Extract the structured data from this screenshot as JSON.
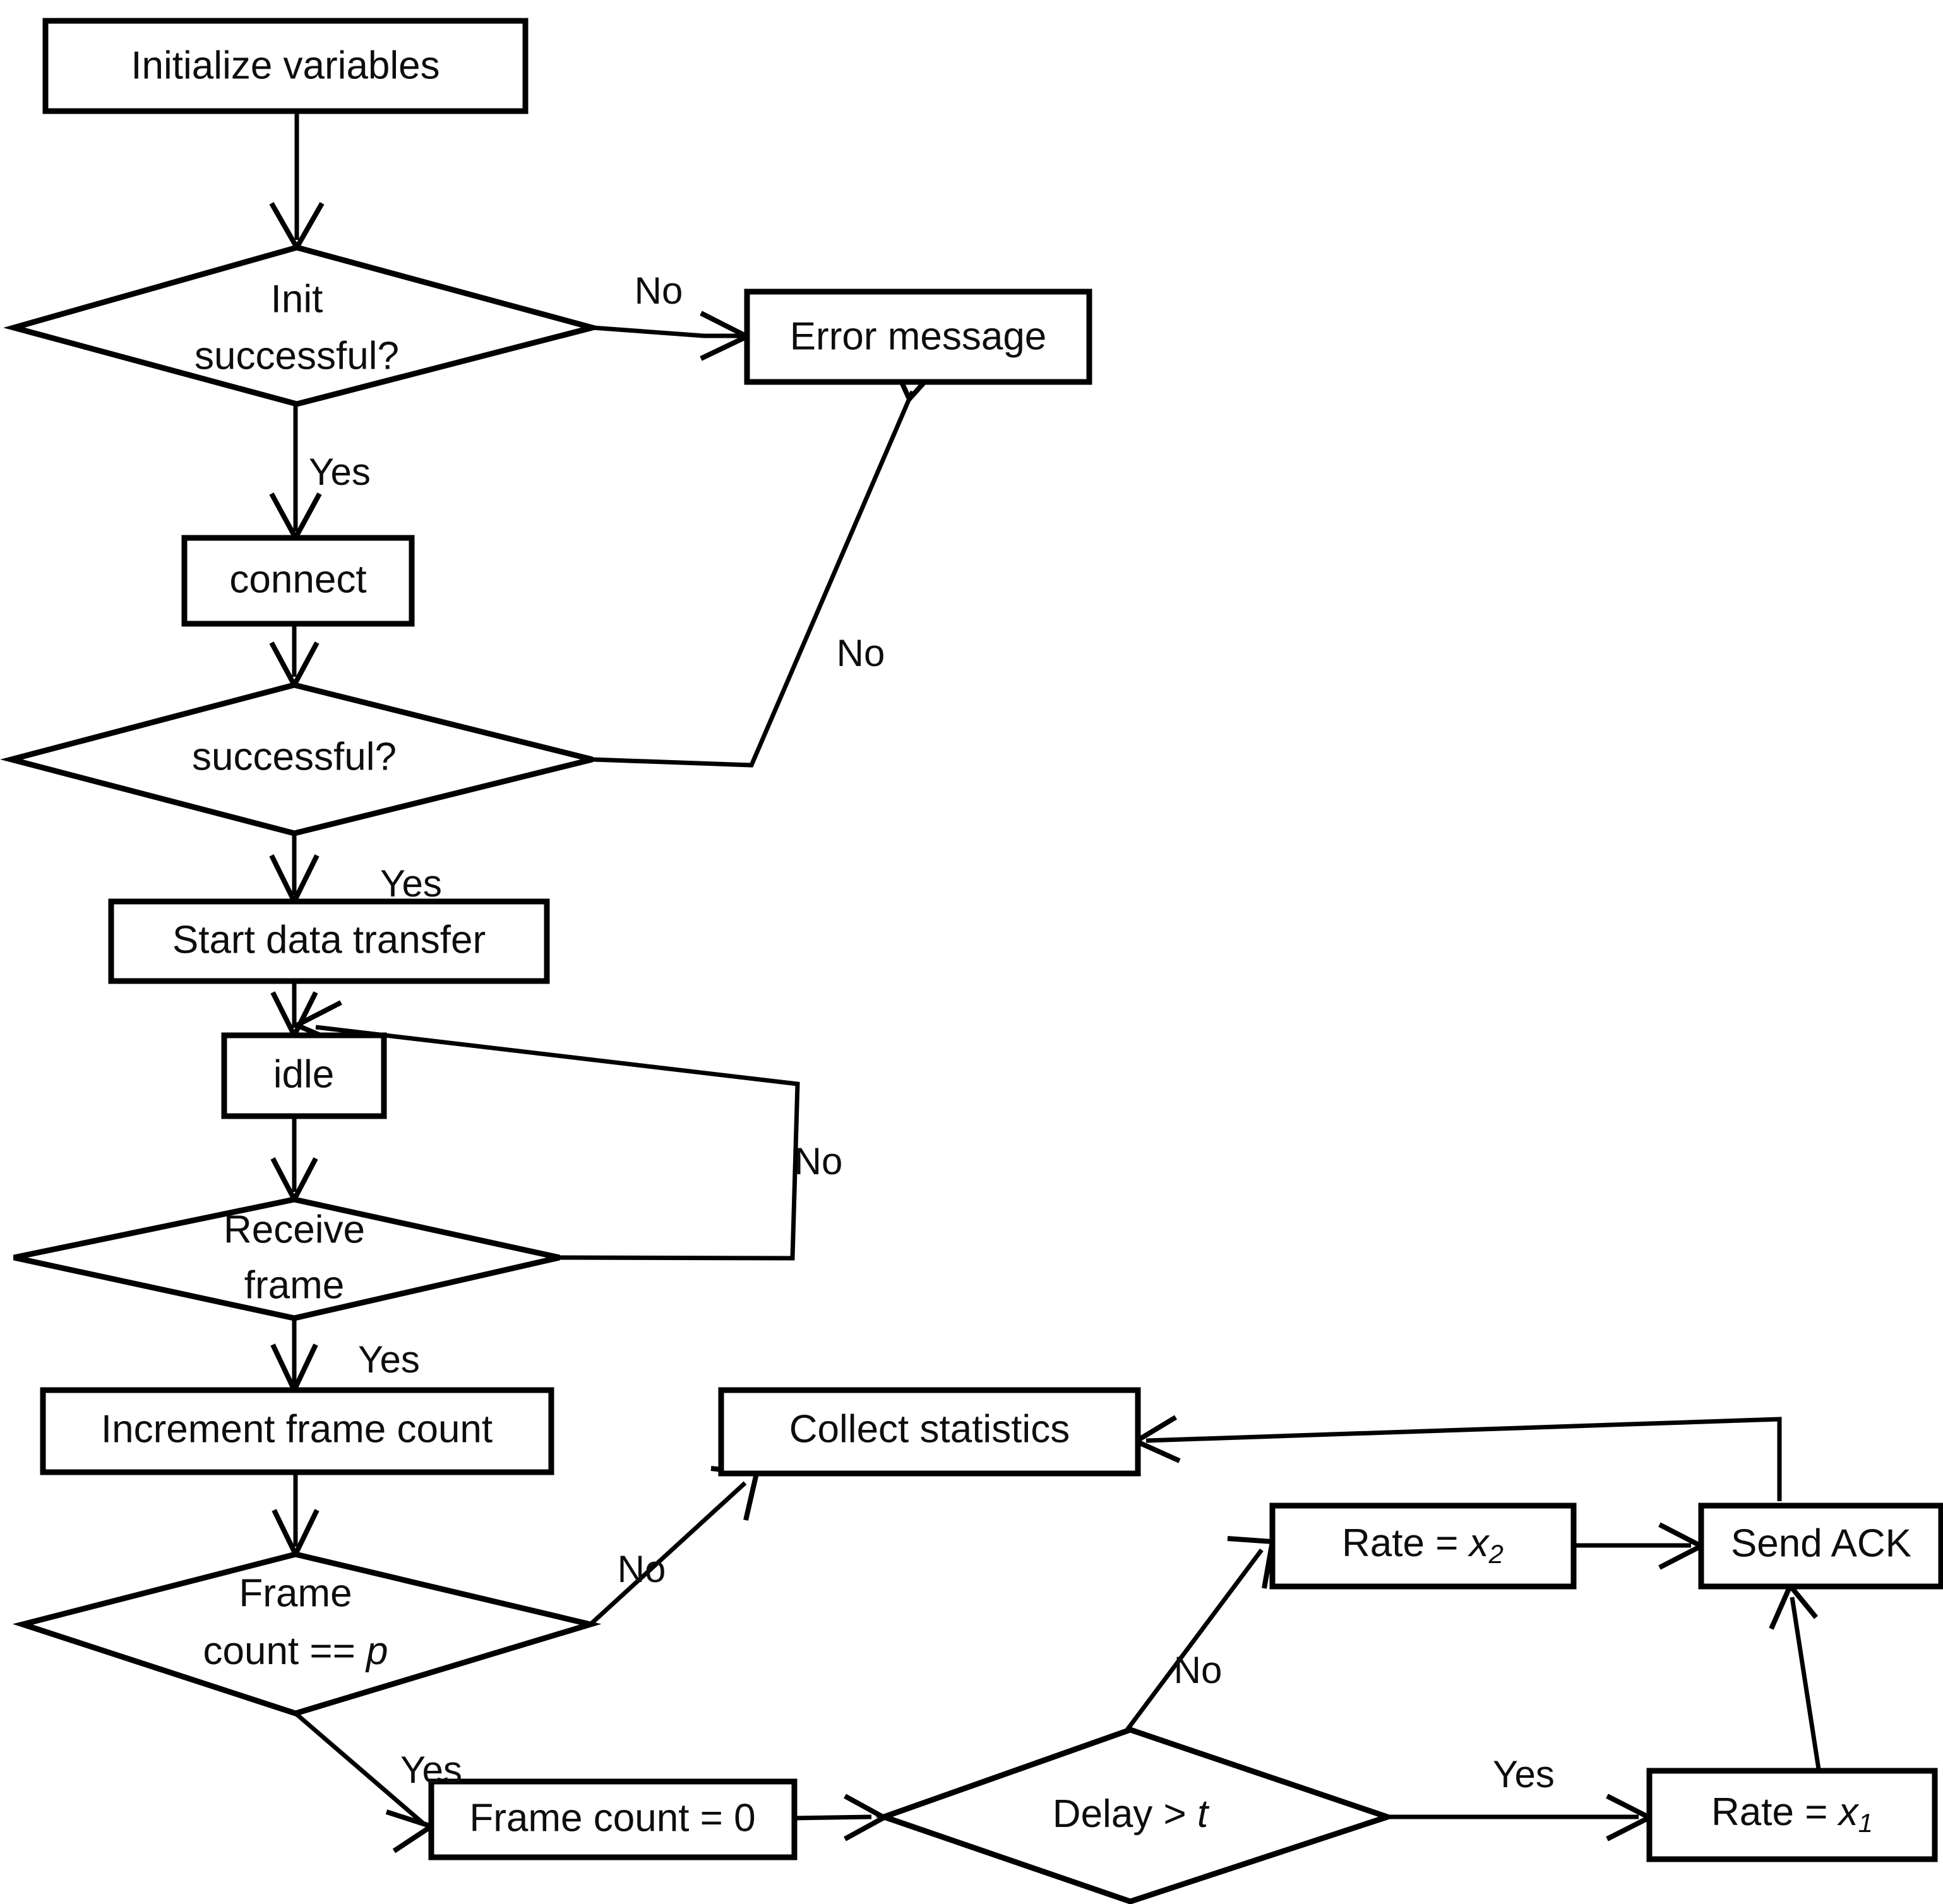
{
  "diagram": {
    "type": "flowchart",
    "title": "",
    "background_color": "#ffffff",
    "line_color": "#000000",
    "text_color": "#0d0d0d"
  },
  "nodes": {
    "initialize_variables": {
      "label": "Initialize variables",
      "shape": "process"
    },
    "init_successful": {
      "label_line1": "Init",
      "label_line2": "successful?",
      "shape": "decision"
    },
    "error_message": {
      "label": "Error message",
      "shape": "process"
    },
    "connect": {
      "label": "connect",
      "shape": "process"
    },
    "successful": {
      "label": "successful?",
      "shape": "decision"
    },
    "start_data_transfer": {
      "label": "Start data transfer",
      "shape": "process"
    },
    "idle": {
      "label": "idle",
      "shape": "process"
    },
    "receive_frame": {
      "label_line1": "Receive",
      "label_line2": "frame",
      "shape": "decision"
    },
    "increment_frame_count": {
      "label": "Increment frame count",
      "shape": "process"
    },
    "frame_count_eq_p": {
      "label_line1": "Frame",
      "label_line2_prefix": "count == ",
      "label_line2_var": "p",
      "shape": "decision"
    },
    "collect_statistics": {
      "label": "Collect statistics",
      "shape": "process"
    },
    "frame_count_zero": {
      "label": "Frame count = 0",
      "shape": "process"
    },
    "delay_gt_t": {
      "label_prefix": "Delay > ",
      "label_var": "t",
      "shape": "decision"
    },
    "rate_x2": {
      "label_prefix": "Rate = ",
      "label_var": "x",
      "label_sub": "2",
      "shape": "process"
    },
    "rate_x1": {
      "label_prefix": "Rate = ",
      "label_var": "x",
      "label_sub": "1",
      "shape": "process"
    },
    "send_ack": {
      "label": "Send ACK",
      "shape": "process"
    }
  },
  "edge_labels": {
    "init_no": "No",
    "init_yes": "Yes",
    "connect_no": "No",
    "connect_yes": "Yes",
    "receive_no": "No",
    "receive_yes": "Yes",
    "framecount_no": "No",
    "framecount_yes": "Yes",
    "delay_no": "No",
    "delay_yes": "Yes"
  },
  "edges": [
    {
      "from": "initialize_variables",
      "to": "init_successful",
      "label": ""
    },
    {
      "from": "init_successful",
      "to": "error_message",
      "label": "No"
    },
    {
      "from": "init_successful",
      "to": "connect",
      "label": "Yes"
    },
    {
      "from": "connect",
      "to": "successful",
      "label": ""
    },
    {
      "from": "successful",
      "to": "error_message",
      "label": "No"
    },
    {
      "from": "successful",
      "to": "start_data_transfer",
      "label": "Yes"
    },
    {
      "from": "start_data_transfer",
      "to": "idle",
      "label": ""
    },
    {
      "from": "idle",
      "to": "receive_frame",
      "label": ""
    },
    {
      "from": "receive_frame",
      "to": "idle",
      "label": "No"
    },
    {
      "from": "receive_frame",
      "to": "increment_frame_count",
      "label": "Yes"
    },
    {
      "from": "increment_frame_count",
      "to": "frame_count_eq_p",
      "label": ""
    },
    {
      "from": "frame_count_eq_p",
      "to": "collect_statistics",
      "label": "No"
    },
    {
      "from": "frame_count_eq_p",
      "to": "frame_count_zero",
      "label": "Yes"
    },
    {
      "from": "frame_count_zero",
      "to": "delay_gt_t",
      "label": ""
    },
    {
      "from": "delay_gt_t",
      "to": "rate_x2",
      "label": "No"
    },
    {
      "from": "delay_gt_t",
      "to": "rate_x1",
      "label": "Yes"
    },
    {
      "from": "rate_x2",
      "to": "send_ack",
      "label": ""
    },
    {
      "from": "rate_x1",
      "to": "send_ack",
      "label": ""
    },
    {
      "from": "send_ack",
      "to": "collect_statistics",
      "label": ""
    }
  ]
}
